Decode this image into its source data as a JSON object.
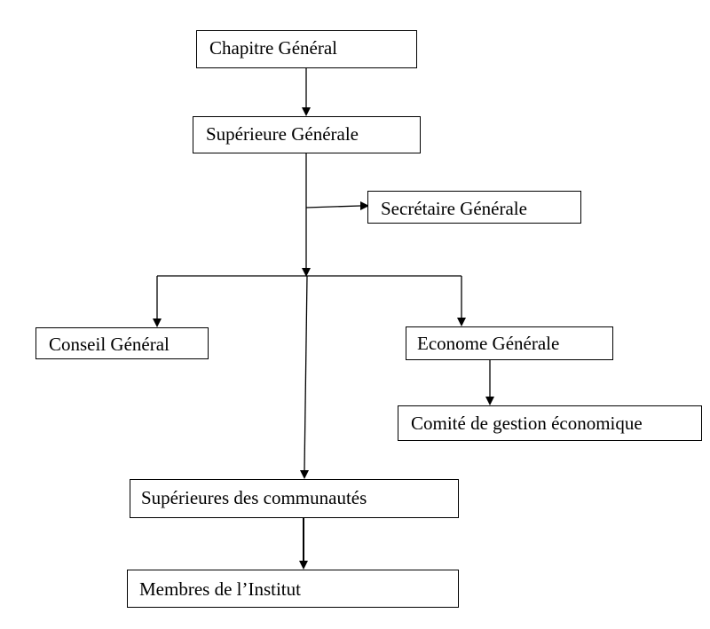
{
  "diagram": {
    "type": "org-chart",
    "nodes": {
      "chapitre_general": "Chapitre Général",
      "superieure_generale": "Supérieure Générale",
      "secretaire_generale": "Secrétaire Générale",
      "conseil_general": "Conseil Général",
      "econome_generale": "Econome Générale",
      "comite_gestion": "Comité de gestion économique",
      "superieures_communautes": "Supérieures des communautés",
      "membres_institut": "Membres de l’Institut"
    },
    "edges": [
      {
        "from": "chapitre_general",
        "to": "superieure_generale"
      },
      {
        "from": "superieure_generale",
        "to": "secretaire_generale"
      },
      {
        "from": "superieure_generale",
        "to": "conseil_general"
      },
      {
        "from": "superieure_generale",
        "to": "econome_generale"
      },
      {
        "from": "superieure_generale",
        "to": "superieures_communautes"
      },
      {
        "from": "econome_generale",
        "to": "comite_gestion"
      },
      {
        "from": "superieures_communautes",
        "to": "membres_institut"
      }
    ]
  }
}
